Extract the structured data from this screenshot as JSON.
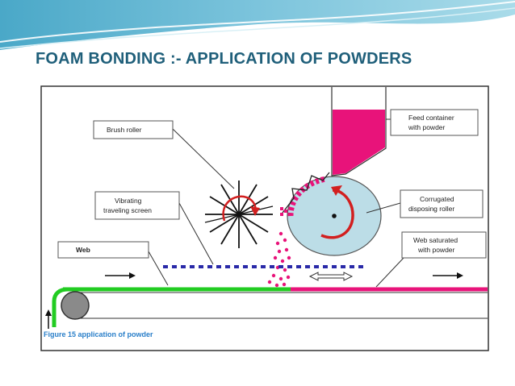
{
  "slide": {
    "title": "FOAM BONDING :- APPLICATION OF POWDERS"
  },
  "diagram": {
    "caption": "Figure 15 application of powder",
    "labels": {
      "feed_container": [
        "Feed container",
        "with powder"
      ],
      "brush_roller": "Brush roller",
      "vibrating_screen": [
        "Vibrating",
        "traveling screen"
      ],
      "corrugated_roller": [
        "Corrugated",
        "disposing roller"
      ],
      "web": "Web",
      "web_saturated": [
        "Web saturated",
        "with powder"
      ]
    }
  },
  "colors": {
    "title": "#1f5f7a",
    "powder": "#e8137a",
    "web_plain": "#22cc22",
    "screen": "#2a2aa8",
    "roller_fill": "#bcdde7",
    "arrow_red": "#d21f1f",
    "caption": "#2a7fc9"
  }
}
